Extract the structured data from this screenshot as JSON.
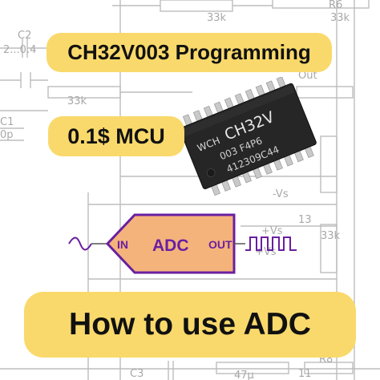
{
  "thumbnail": {
    "top_banner": "CH32V003 Programming",
    "price_banner": "0.1$ MCU",
    "bottom_banner": "How to use ADC"
  },
  "chip": {
    "marking_line1": "CH32V",
    "marking_line2": "003 F4P6",
    "marking_line3": "412309C44",
    "logo": "WCH"
  },
  "adc_block": {
    "in_label": "IN",
    "center_label": "ADC",
    "out_label": "OUT"
  },
  "schematic_labels": [
    "33k",
    "C2",
    "2...0.4",
    "R6",
    "33k",
    "C1",
    "0p",
    "Out",
    "-Vs",
    "+Vs",
    "13",
    "+Vs",
    "33k",
    "33k",
    "R8",
    "C3",
    "47μ",
    "11"
  ],
  "colors": {
    "banner": "#f9d96b",
    "adc_fill": "#f5b37c",
    "adc_text": "#6a1fa0",
    "schematic": "#b4b4b4"
  }
}
